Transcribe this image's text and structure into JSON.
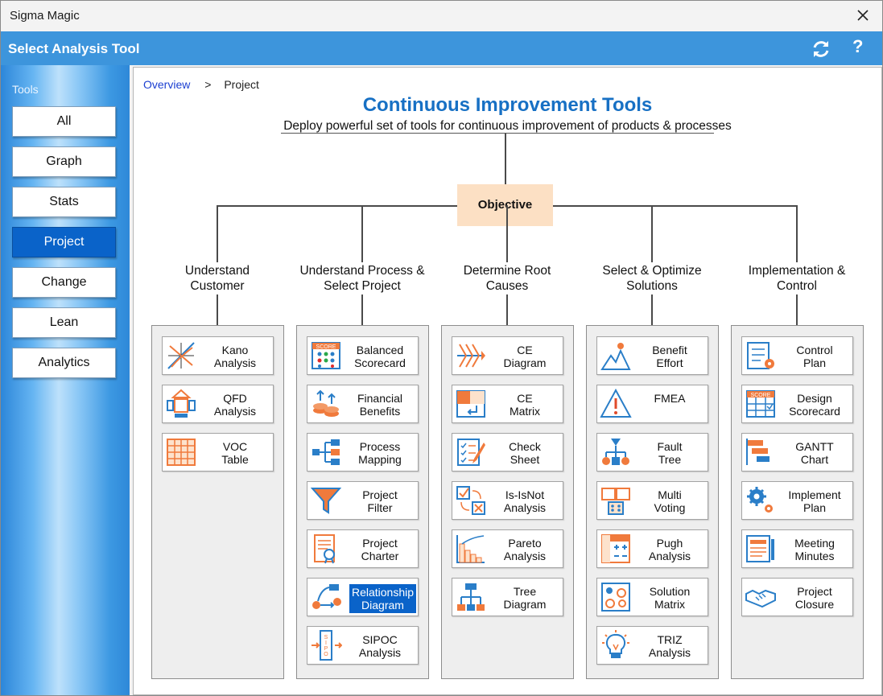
{
  "window": {
    "title": "Sigma Magic",
    "close_icon": "close-icon"
  },
  "header": {
    "title": "Select Analysis Tool",
    "refresh_icon": "refresh-icon",
    "help_label": "?"
  },
  "sidebar": {
    "label": "Tools",
    "items": [
      {
        "label": "All",
        "active": false
      },
      {
        "label": "Graph",
        "active": false
      },
      {
        "label": "Stats",
        "active": false
      },
      {
        "label": "Project",
        "active": true
      },
      {
        "label": "Change",
        "active": false
      },
      {
        "label": "Lean",
        "active": false
      },
      {
        "label": "Analytics",
        "active": false
      }
    ]
  },
  "breadcrumb": {
    "root": "Overview",
    "separator": ">",
    "current": "Project"
  },
  "main": {
    "title": "Continuous Improvement Tools",
    "subtitle": "Deploy powerful set of tools for continuous improvement of products & processes",
    "objective": "Objective",
    "accent_color": "#1770c4",
    "icon_color": "#f07a3c",
    "categories": [
      {
        "line1": "Understand",
        "line2": "Customer",
        "tools": [
          {
            "line1": "Kano",
            "line2": "Analysis",
            "icon": "kano-icon"
          },
          {
            "line1": "QFD",
            "line2": "Analysis",
            "icon": "qfd-icon"
          },
          {
            "line1": "VOC",
            "line2": "Table",
            "icon": "voc-table-icon"
          }
        ]
      },
      {
        "line1": "Understand Process &",
        "line2": "Select Project",
        "tools": [
          {
            "line1": "Balanced",
            "line2": "Scorecard",
            "icon": "scorecard-icon"
          },
          {
            "line1": "Financial",
            "line2": "Benefits",
            "icon": "coins-icon"
          },
          {
            "line1": "Process",
            "line2": "Mapping",
            "icon": "process-map-icon"
          },
          {
            "line1": "Project",
            "line2": "Filter",
            "icon": "funnel-icon"
          },
          {
            "line1": "Project",
            "line2": "Charter",
            "icon": "charter-icon"
          },
          {
            "line1": "Relationship",
            "line2": "Diagram",
            "icon": "relationship-icon",
            "selected": true
          },
          {
            "line1": "SIPOC",
            "line2": "Analysis",
            "icon": "sipoc-icon"
          }
        ]
      },
      {
        "line1": "Determine Root",
        "line2": "Causes",
        "tools": [
          {
            "line1": "CE",
            "line2": "Diagram",
            "icon": "fishbone-icon"
          },
          {
            "line1": "CE",
            "line2": "Matrix",
            "icon": "ce-matrix-icon"
          },
          {
            "line1": "Check",
            "line2": "Sheet",
            "icon": "check-sheet-icon"
          },
          {
            "line1": "Is-IsNot",
            "line2": "Analysis",
            "icon": "is-isnot-icon"
          },
          {
            "line1": "Pareto",
            "line2": "Analysis",
            "icon": "pareto-icon"
          },
          {
            "line1": "Tree",
            "line2": "Diagram",
            "icon": "tree-icon"
          }
        ]
      },
      {
        "line1": "Select & Optimize",
        "line2": "Solutions",
        "tools": [
          {
            "line1": "Benefit",
            "line2": "Effort",
            "icon": "benefit-effort-icon"
          },
          {
            "line1": "FMEA",
            "line2": "",
            "icon": "warning-icon"
          },
          {
            "line1": "Fault",
            "line2": "Tree",
            "icon": "fault-tree-icon"
          },
          {
            "line1": "Multi",
            "line2": "Voting",
            "icon": "voting-icon"
          },
          {
            "line1": "Pugh",
            "line2": "Analysis",
            "icon": "pugh-icon"
          },
          {
            "line1": "Solution",
            "line2": "Matrix",
            "icon": "solution-matrix-icon"
          },
          {
            "line1": "TRIZ",
            "line2": "Analysis",
            "icon": "lightbulb-icon"
          }
        ]
      },
      {
        "line1": "Implementation &",
        "line2": "Control",
        "tools": [
          {
            "line1": "Control",
            "line2": "Plan",
            "icon": "control-plan-icon"
          },
          {
            "line1": "Design",
            "line2": "Scorecard",
            "icon": "design-scorecard-icon"
          },
          {
            "line1": "GANTT",
            "line2": "Chart",
            "icon": "gantt-icon"
          },
          {
            "line1": "Implement",
            "line2": "Plan",
            "icon": "gears-icon"
          },
          {
            "line1": "Meeting",
            "line2": "Minutes",
            "icon": "minutes-icon"
          },
          {
            "line1": "Project",
            "line2": "Closure",
            "icon": "handshake-icon"
          }
        ]
      }
    ]
  }
}
